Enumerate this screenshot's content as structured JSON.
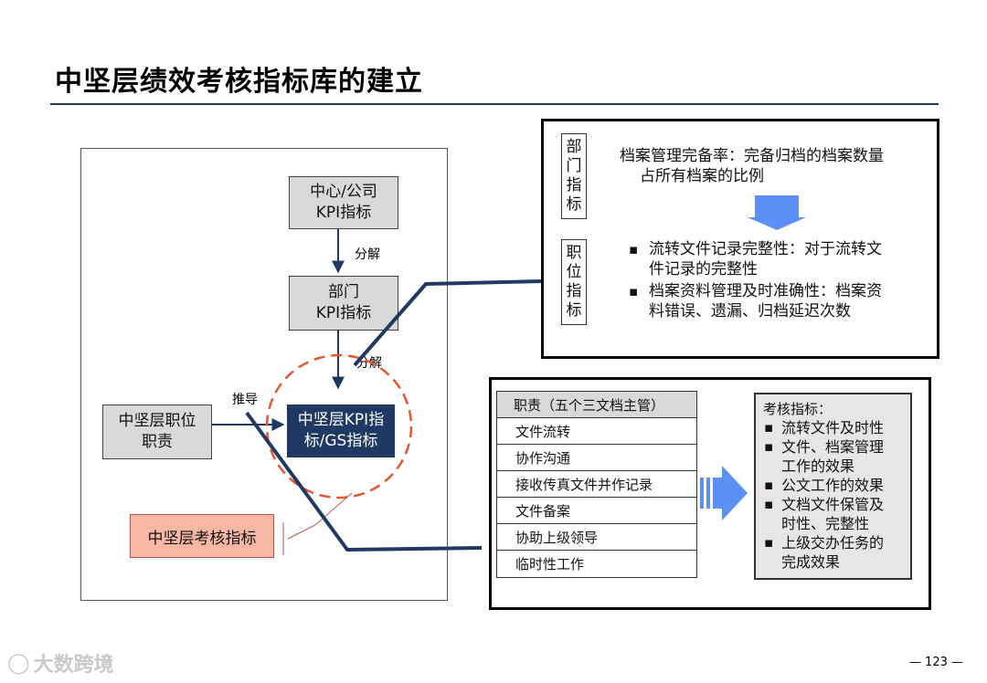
{
  "title": "中坚层绩效考核指标库的建立",
  "left": {
    "box_center": [
      "中心/公司",
      "KPI指标"
    ],
    "arrow1_label": "分解",
    "box_dept": [
      "部门",
      "KPI指标"
    ],
    "arrow2_label": "分解",
    "derive_label": "推导",
    "box_duty": [
      "中坚层职位",
      "职责"
    ],
    "box_kpi": [
      "中坚层KPI指",
      "标/GS指标"
    ],
    "box_eval": "中坚层考核指标"
  },
  "top_right": {
    "dept_label": [
      "部",
      "门",
      "指",
      "标"
    ],
    "pos_label": [
      "职",
      "位",
      "指",
      "标"
    ],
    "dept_text": [
      "档案管理完备率：完备归档的档案数量",
      "占所有档案的比例"
    ],
    "bullets": [
      [
        "流转文件记录完整性：对于流转文",
        "件记录的完整性"
      ],
      [
        "档案资料管理及时准确性：档案资",
        "料错误、遗漏、归档延迟次数"
      ]
    ]
  },
  "bottom_right": {
    "table_header": "职责（五个三文档主管）",
    "table_rows": [
      "文件流转",
      "协作沟通",
      "接收传真文件并作记录",
      "文件备案",
      "协助上级领导",
      "临时性工作"
    ],
    "eval_title": "考核指标：",
    "eval_items": [
      [
        "流转文件及时性"
      ],
      [
        "文件、档案管理",
        "工作的效果"
      ],
      [
        "公文工作的效果"
      ],
      [
        "文档文件保管及",
        "时性、完整性"
      ],
      [
        "上级交办任务的",
        "完成效果"
      ]
    ]
  },
  "page_number": "— 123 —",
  "watermark": "大数跨境",
  "colors": {
    "navy": "#1f3864",
    "gray": "#d9d9d9",
    "pink": "#f8b7a5",
    "blue_arrow": "#4f8ef7",
    "dash_red": "#e8542e"
  }
}
